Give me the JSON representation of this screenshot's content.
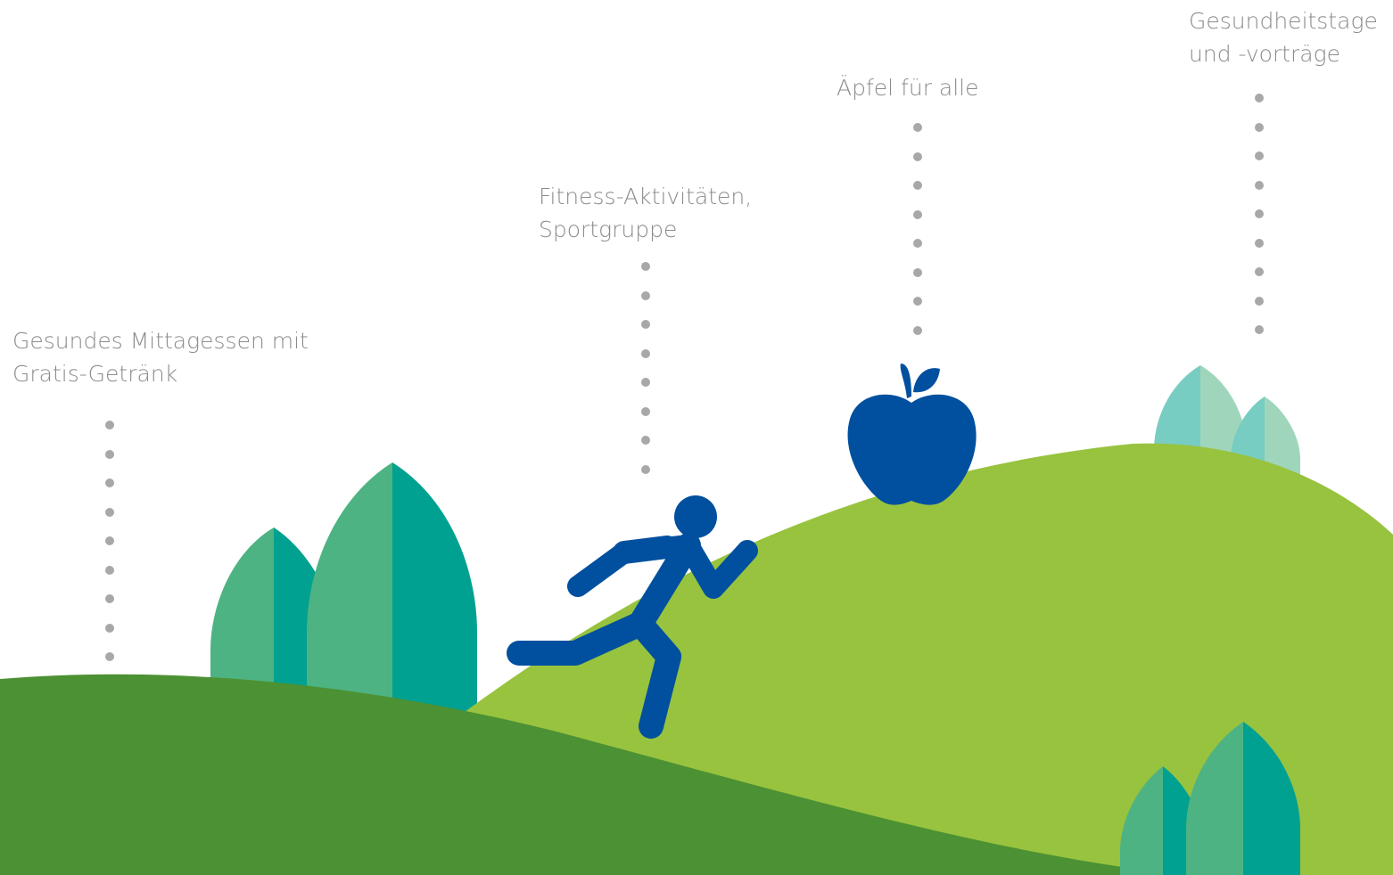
{
  "labels": {
    "lunch": {
      "lines": [
        "Gesundes Mittagessen mit",
        "Gratis-Getränk"
      ]
    },
    "fitness": {
      "lines": [
        "Fitness-Aktivitäten,",
        "Sportgruppe"
      ]
    },
    "apples": {
      "lines": [
        "Äpfel für alle"
      ]
    },
    "health": {
      "lines": [
        "Gesundheitstage",
        "und -vorträge"
      ]
    }
  },
  "icons": {
    "runner": "running-person-icon",
    "apple": "apple-icon",
    "bushes": "leaf-bush-icon"
  },
  "colors": {
    "label_text": "#8c8c8c",
    "connector_dots": "#a8a8a8",
    "hill_dark": "#4c9133",
    "hill_light": "#98c33f",
    "runner": "#00509f",
    "apple": "#00509f",
    "leaf_green_a": "#4db382",
    "leaf_green_b": "#00a190",
    "leaf_mint_a": "#78cdc3",
    "leaf_mint_b": "#9fd6bb"
  }
}
